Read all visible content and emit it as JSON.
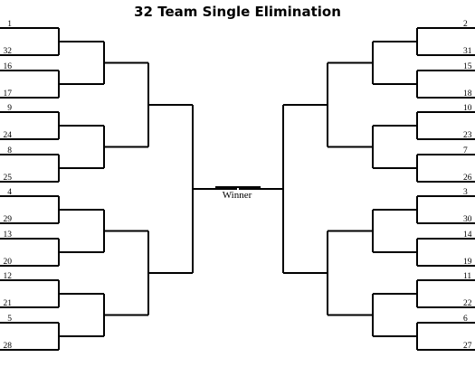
{
  "title": "32 Team Single Elimination",
  "winner_label": "Winner",
  "left_seeds": [
    "1",
    "32",
    "16",
    "17",
    "9",
    "24",
    "8",
    "25",
    "4",
    "29",
    "13",
    "20",
    "12",
    "21",
    "5",
    "28"
  ],
  "right_seeds": [
    "2",
    "31",
    "15",
    "18",
    "10",
    "23",
    "7",
    "26",
    "3",
    "30",
    "14",
    "19",
    "11",
    "22",
    "6",
    "27"
  ]
}
